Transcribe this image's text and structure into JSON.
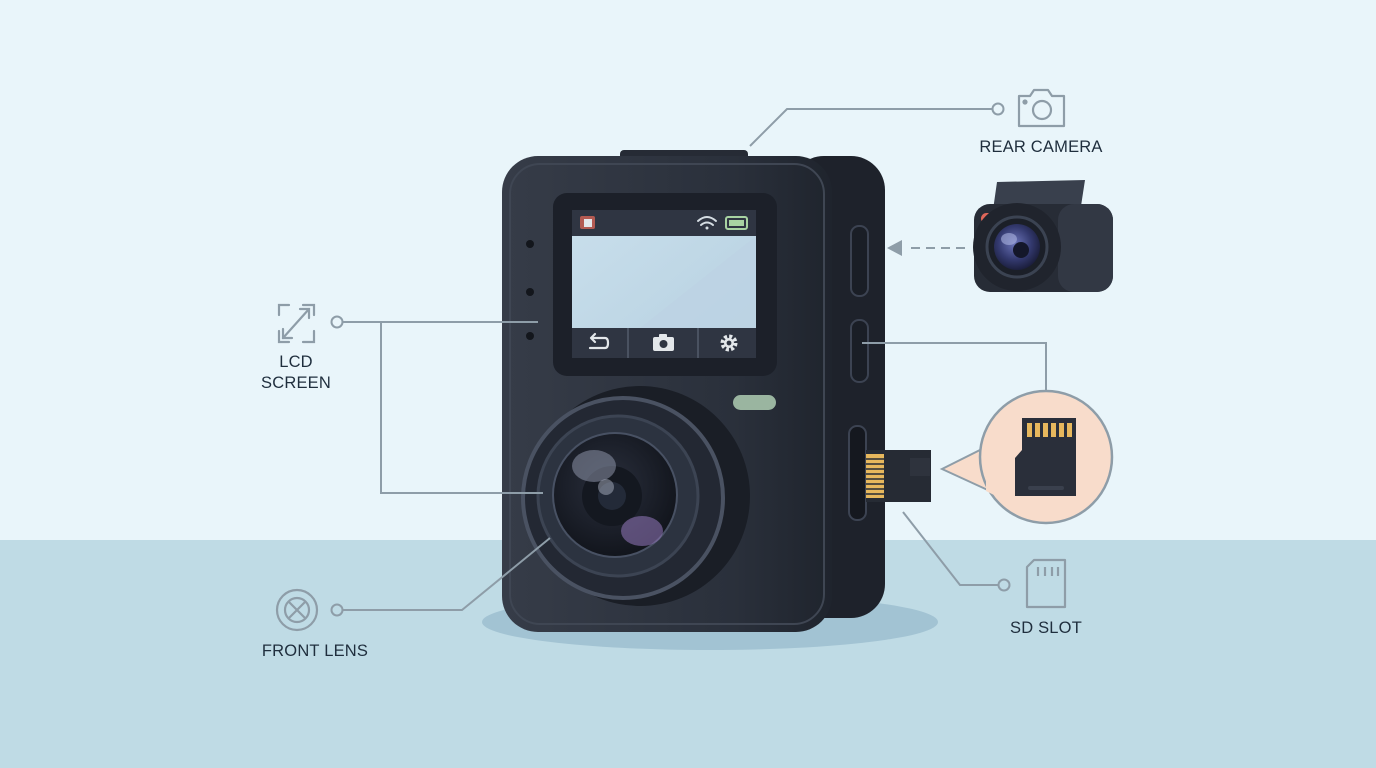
{
  "labels": {
    "lcd_screen_line1": "LCD",
    "lcd_screen_line2": "SCREEN",
    "front_lens": "FRONT LENS",
    "rear_camera": "REAR CAMERA",
    "sd_slot": "SD SLOT"
  },
  "icons": {
    "lcd": "expand-arrows-icon",
    "front_lens": "lens-icon",
    "rear_camera": "camera-icon",
    "sd_slot": "sd-card-icon",
    "screen_buttons": [
      "back-icon",
      "camera-icon",
      "settings-icon"
    ],
    "status": [
      "recording-icon",
      "wifi-icon",
      "battery-icon"
    ]
  },
  "colors": {
    "background_top": "#e9f5fa",
    "floor": "#bfdbe5",
    "device_body": "#2b313d",
    "leader_line": "#8e9da8",
    "label_text": "#1f2e3d",
    "sd_callout_fill": "#f8dccb",
    "status_led": "#9ab5a0",
    "rear_camera_led": "#e0675a"
  }
}
